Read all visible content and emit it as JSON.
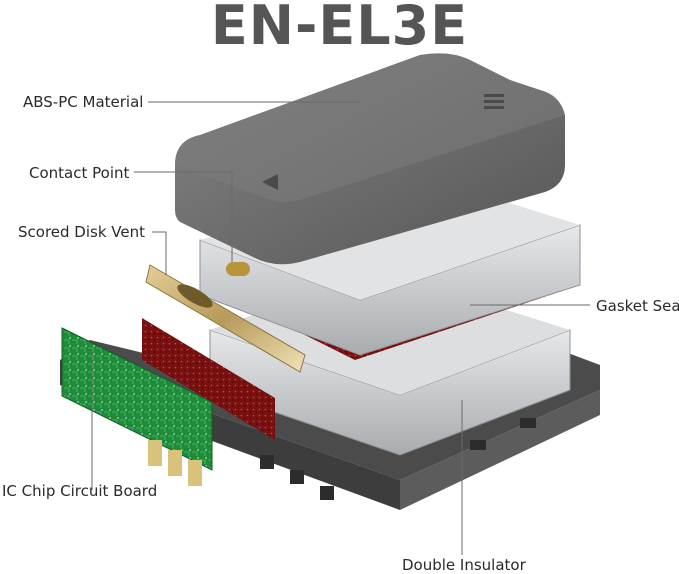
{
  "title": "EN-EL3E",
  "labels": {
    "abs_pc": "ABS-PC Material",
    "contact_point": "Contact Point",
    "vent": "Scored Disk Vent",
    "gasket": "Gasket Seal",
    "ic_chip": "IC Chip Circuit Board",
    "insulator": "Double Insulator"
  },
  "colors": {
    "title": "#555555",
    "casing": "#6e6e6e",
    "cell": "#cfd1d3",
    "gasket": "#8a1414",
    "pcb": "#1f8a3a",
    "insulator": "#5a5a5a",
    "vent": "#c9b27a"
  }
}
